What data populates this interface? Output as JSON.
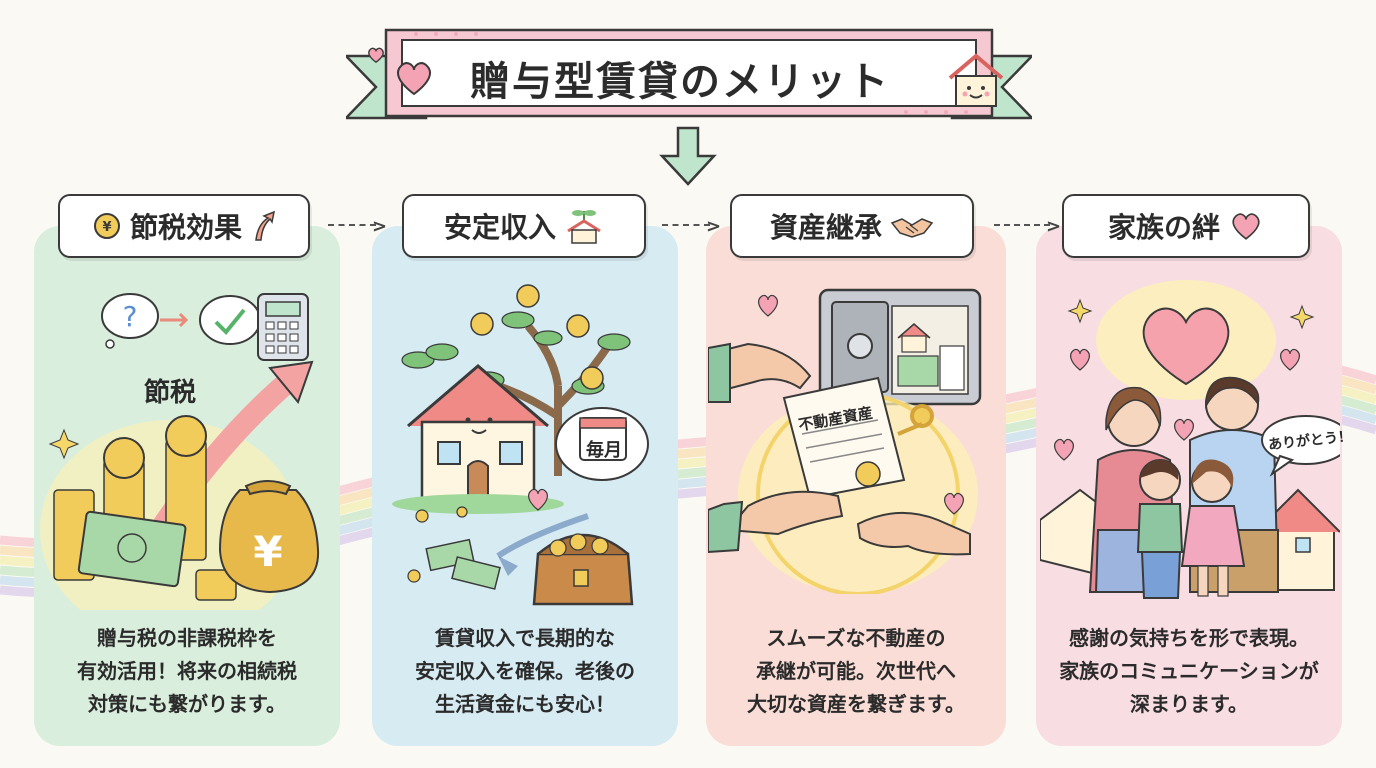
{
  "title": "贈与型賃貸のメリット",
  "sections": [
    {
      "label": "節税効果",
      "illustration_text": "節税",
      "caption_lines": [
        "贈与税の非課税枠を",
        "有効活用！将来の相続税",
        "対策にも繋がります。"
      ]
    },
    {
      "label": "安定収入",
      "illustration_text": "毎月",
      "caption_lines": [
        "賃貸収入で長期的な",
        "安定収入を確保。老後の",
        "生活資金にも安心！"
      ]
    },
    {
      "label": "資産継承",
      "illustration_text": "不動産資産",
      "caption_lines": [
        "スムーズな不動産の",
        "承継が可能。次世代へ",
        "大切な資産を繋ぎます。"
      ]
    },
    {
      "label": "家族の絆",
      "illustration_text": "ありがとう！",
      "caption_lines": [
        "感謝の気持ちを形で表現。",
        "家族のコミュニケーションが",
        "深まります。"
      ]
    }
  ],
  "colors": {
    "panel_green": "#d9eedd",
    "panel_blue": "#d7ebf3",
    "panel_peach": "#f9ddd6",
    "panel_pink": "#f8dde2",
    "ribbon_mint": "#bfe6cc",
    "ribbon_pink": "#f6c9d2",
    "gold": "#e7b94a"
  }
}
